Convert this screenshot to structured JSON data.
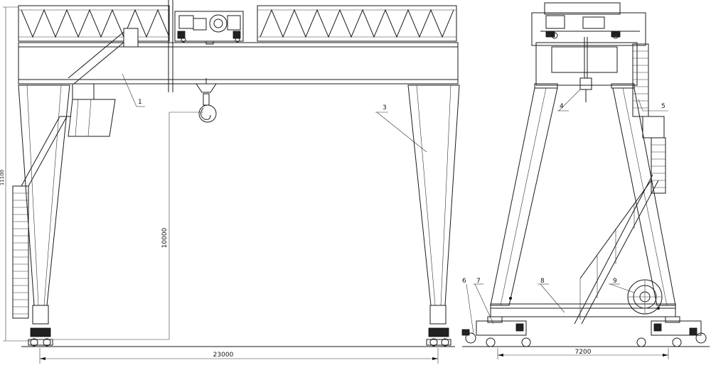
{
  "part_labels": [
    "1",
    "3",
    "4",
    "5",
    "6",
    "7",
    "8",
    "9"
  ],
  "dimensions": {
    "span": "23000",
    "lift_height": "10000",
    "wheelbase": "7200",
    "overall_height": "11100"
  }
}
